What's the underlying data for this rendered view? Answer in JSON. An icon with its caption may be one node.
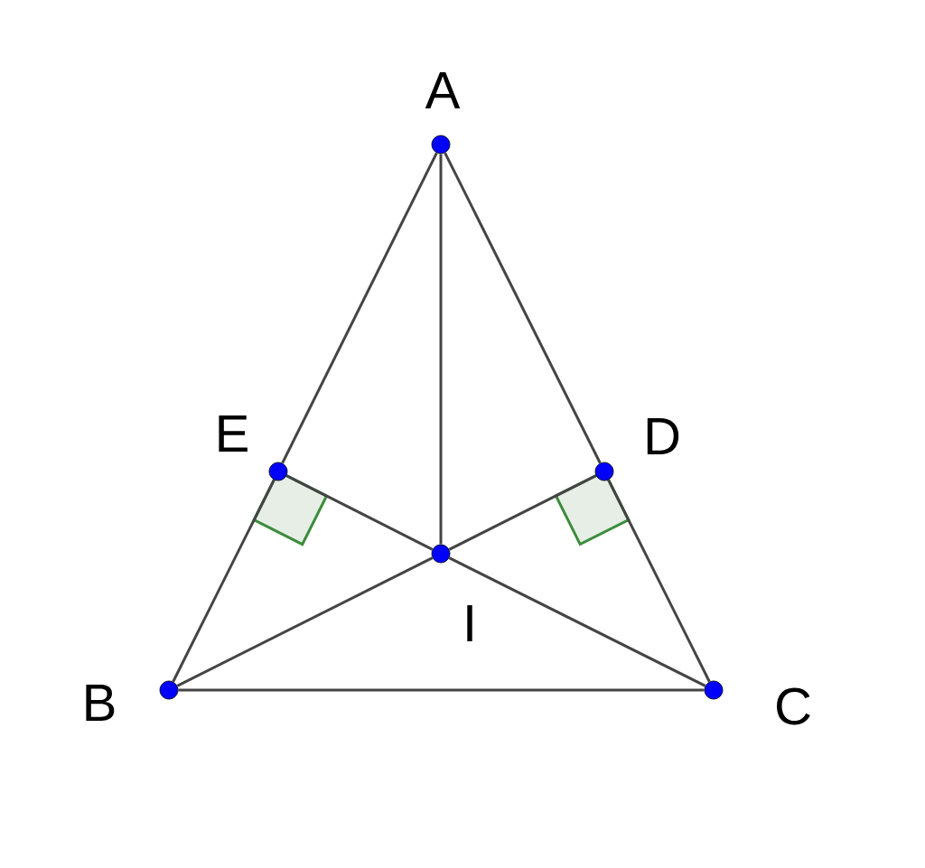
{
  "diagram": {
    "nodes": [
      {
        "text": [
          "A"
        ]
      },
      {
        "text": [
          "E"
        ]
      },
      {
        "text": [
          "D"
        ]
      },
      {
        "text": [
          "I"
        ]
      },
      {
        "text": [
          "B"
        ]
      },
      {
        "text": [
          "C"
        ]
      }
    ],
    "edges": [
      {
        "from": 0,
        "to": 1,
        "arrow": "none"
      },
      {
        "from": 1,
        "to": 4,
        "arrow": "none"
      },
      {
        "from": 0,
        "to": 2,
        "arrow": "none"
      },
      {
        "from": 2,
        "to": 5,
        "arrow": "none"
      },
      {
        "from": 0,
        "to": 3,
        "arrow": "none"
      },
      {
        "from": 4,
        "to": 3,
        "arrow": "none"
      },
      {
        "from": 3,
        "to": 2,
        "arrow": "none"
      },
      {
        "from": 5,
        "to": 3,
        "arrow": "none"
      },
      {
        "from": 3,
        "to": 1,
        "arrow": "none"
      },
      {
        "from": 4,
        "to": 5,
        "arrow": "none"
      }
    ]
  }
}
